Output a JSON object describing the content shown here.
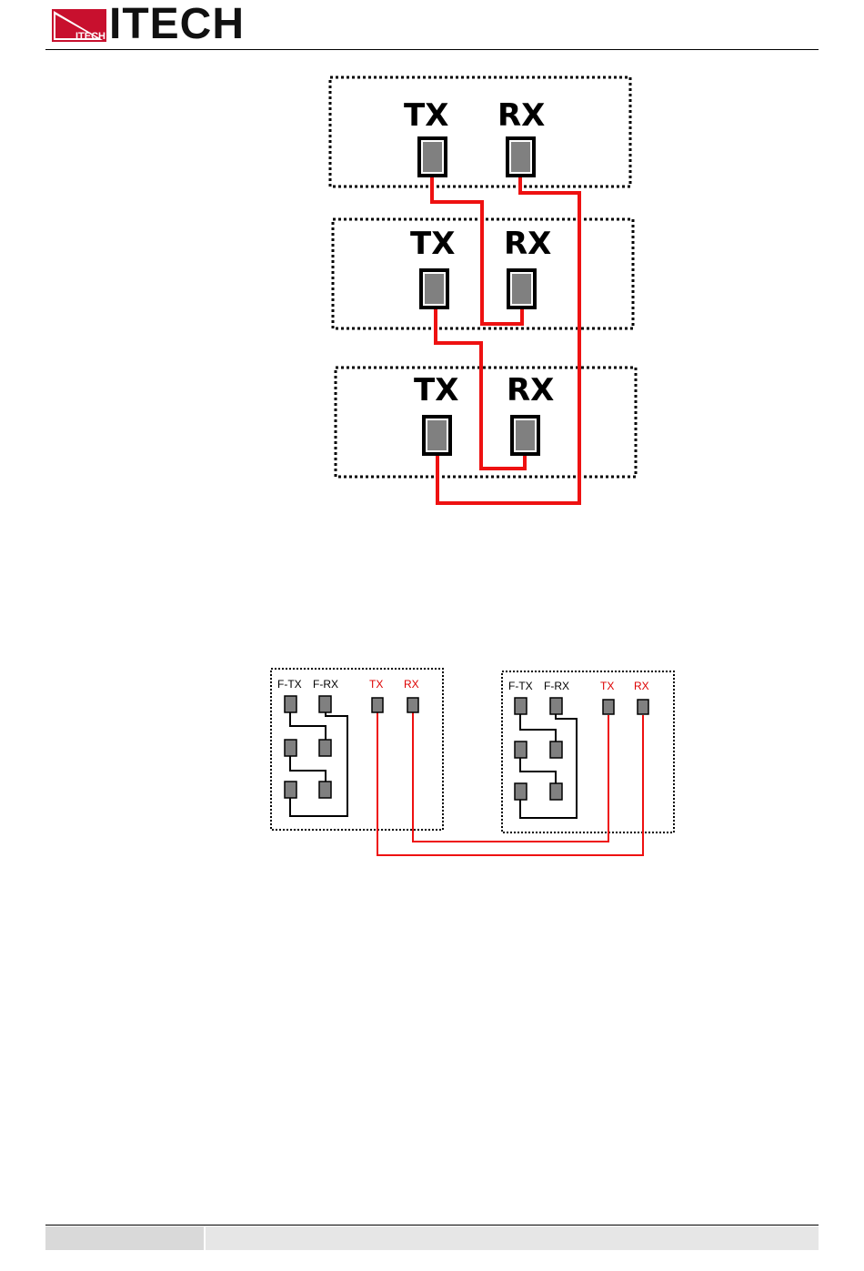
{
  "header": {
    "logo_small": "ITECH",
    "logo_text": "ITECH"
  },
  "diagram_top": {
    "units": [
      {
        "tx": "TX",
        "rx": "RX"
      },
      {
        "tx": "TX",
        "rx": "RX"
      },
      {
        "tx": "TX",
        "rx": "RX"
      }
    ]
  },
  "diagram_bottom": {
    "units": [
      {
        "ftx": "F-TX",
        "frx": "F-RX",
        "tx": "TX",
        "rx": "RX"
      },
      {
        "ftx": "F-TX",
        "frx": "F-RX",
        "tx": "TX",
        "rx": "RX"
      }
    ]
  },
  "colors": {
    "wire": "#ee1111",
    "port_fill": "#808080",
    "label_red": "#dd0000"
  }
}
